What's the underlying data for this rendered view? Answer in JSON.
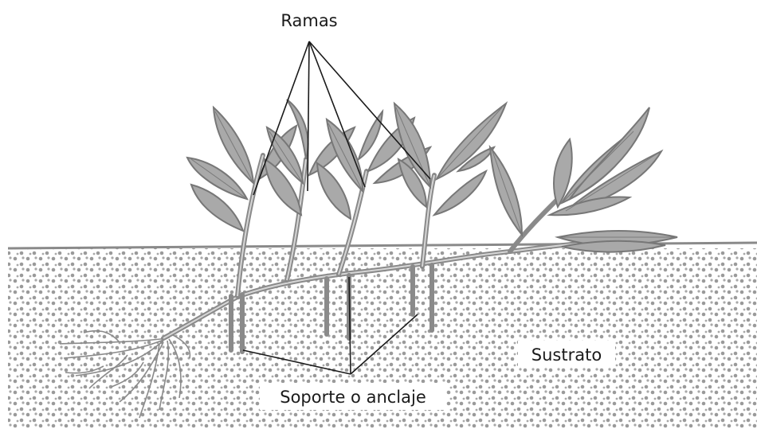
{
  "labels": {
    "branches": "Ramas",
    "substrate": "Sustrato",
    "support": "Soporte o anclaje"
  },
  "colors": {
    "background": "#ffffff",
    "ground_line": "#8a8a8a",
    "dots": "#9a9a9a",
    "plant_fill": "#a9a9a9",
    "plant_stroke": "#777777",
    "pointer_lines": "#1a1a1a"
  }
}
